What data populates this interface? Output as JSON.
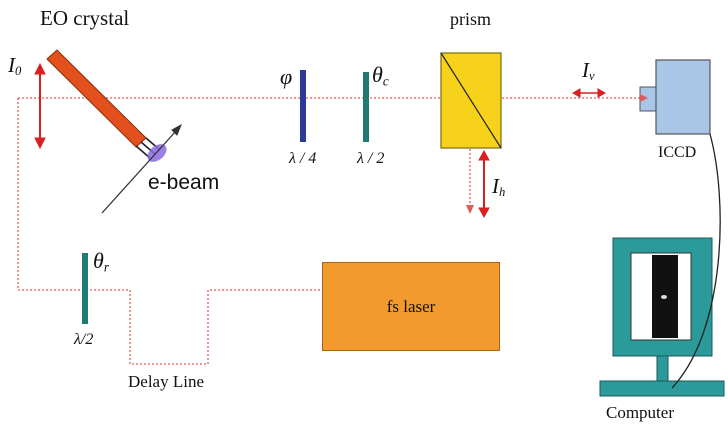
{
  "labels": {
    "eo_crystal": "EO crystal",
    "e_beam": "e-beam",
    "prism": "prism",
    "iccd": "ICCD",
    "fs_laser": "fs laser",
    "delay_line": "Delay Line",
    "computer": "Computer"
  },
  "symbols": {
    "I0_main": "I",
    "I0_sub": "0",
    "Iv_main": "I",
    "Iv_sub": "v",
    "Ih_main": "I",
    "Ih_sub": "h",
    "phi": "φ",
    "theta_c_main": "θ",
    "theta_c_sub": "c",
    "theta_r_main": "θ",
    "theta_r_sub": "r",
    "quarter_wave": "λ / 4",
    "half_wave_c": "λ / 2",
    "half_wave_r": "λ/2"
  },
  "colors": {
    "beam": "#e05a5a",
    "polarization_arrow": "#d92020",
    "quarter_plate": "#2b3a9a",
    "half_plate": "#1f7a72",
    "prism_fill": "#f7d21a",
    "crystal": "#e2501e",
    "laser": "#f39a2f",
    "camera": "#a9c6e6",
    "monitor_frame": "#2a9a9a"
  }
}
